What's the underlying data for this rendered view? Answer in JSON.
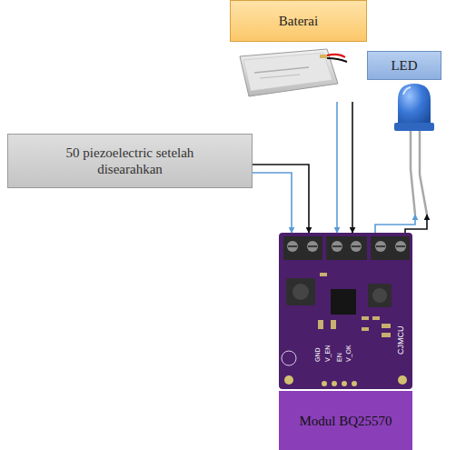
{
  "diagram": {
    "nodes": [
      {
        "text": [
          "50 piezoelectric setelah disearahkan"
        ]
      },
      {
        "text": [
          "Baterai"
        ]
      },
      {
        "text": [
          "LED"
        ]
      },
      {
        "text": [
          "Modul BQ25570"
        ]
      }
    ],
    "edges": [
      {
        "from": 0,
        "to": 3,
        "arrow": "to"
      },
      {
        "from": 1,
        "to": 3,
        "arrow": "to"
      },
      {
        "from": 3,
        "to": 2,
        "arrow": "to"
      }
    ],
    "labels": [
      "CJMCU",
      "GND",
      "V_EN",
      "EN",
      "V_OK"
    ]
  }
}
